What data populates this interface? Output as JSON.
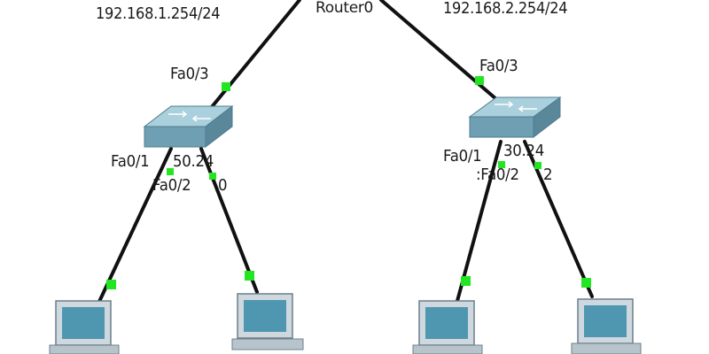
{
  "router": {
    "name": "Router0"
  },
  "ip_labels": {
    "left": "192.168.1.254/24",
    "right": "192.168.2.254/24"
  },
  "port_labels": {
    "sw_left_uplink": "Fa0/3",
    "sw_left_p1": "Fa0/1",
    "sw_left_p1_vlan": "50.24",
    "sw_left_p2": "Fa0/2",
    "sw_left_p2_vlan": "0",
    "sw_right_uplink": "Fa0/3",
    "sw_right_p1": "Fa0/1",
    "sw_right_p1_vlan": "30.24",
    "sw_right_p2": ":Fa0/2",
    "sw_right_p2_vlan": "2"
  },
  "colors": {
    "cable": "#111111",
    "link_light": "#22e622",
    "switch_top": "#a9d0dc",
    "switch_front": "#6f9fb2",
    "pc_body": "#cfd8de",
    "pc_screen": "#4f97b1"
  },
  "icons": {
    "switch": "switch-icon",
    "pc": "pc-icon",
    "router": "router-icon"
  }
}
